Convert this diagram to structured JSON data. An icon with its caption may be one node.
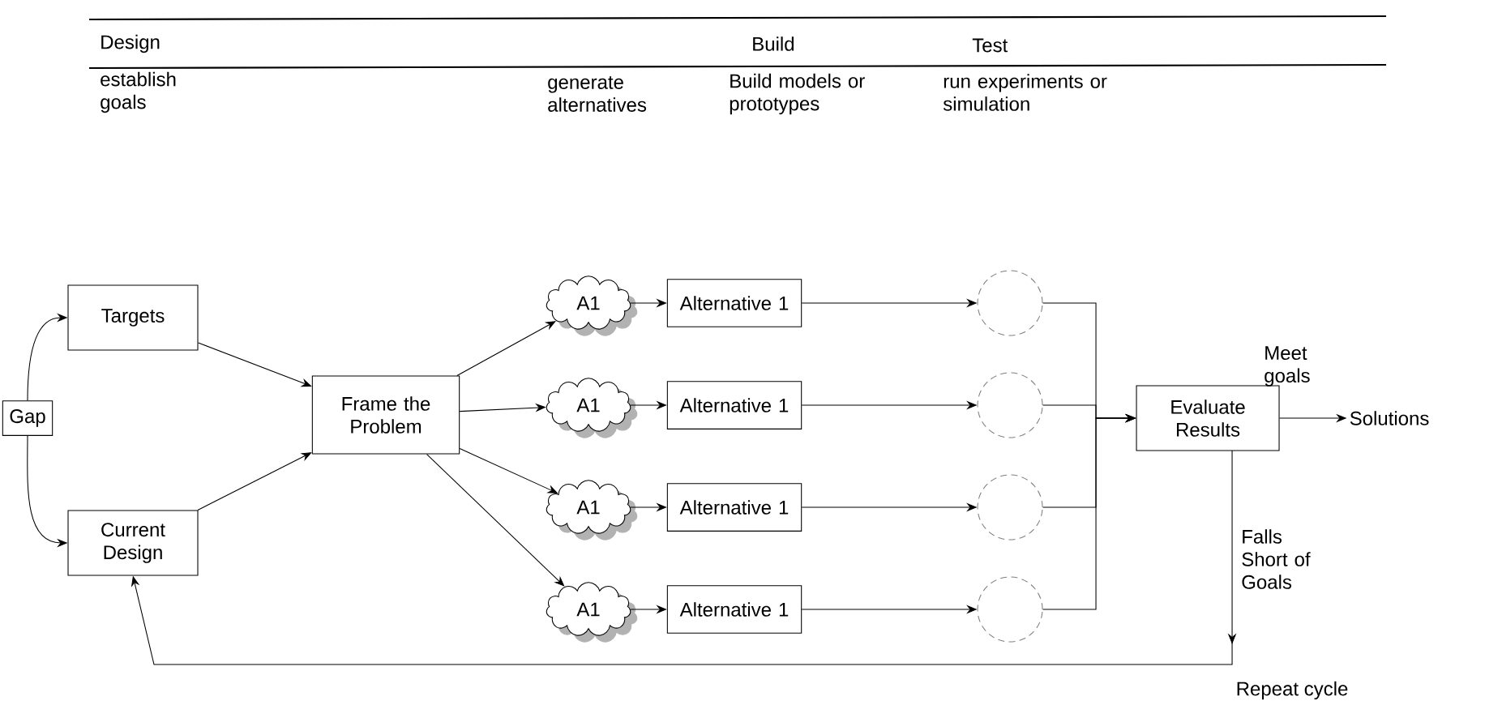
{
  "diagram": {
    "nodes": [
      {
        "text": [
          "Gap"
        ]
      },
      {
        "text": [
          "Targets"
        ]
      },
      {
        "text": [
          "Current Design"
        ]
      },
      {
        "text": [
          "Frame the Problem"
        ]
      },
      {
        "text": [
          "A1"
        ]
      },
      {
        "text": [
          "A1"
        ]
      },
      {
        "text": [
          "A1"
        ]
      },
      {
        "text": [
          "A1"
        ]
      },
      {
        "text": [
          "Alternative 1"
        ]
      },
      {
        "text": [
          "Alternative 1"
        ]
      },
      {
        "text": [
          "Alternative 1"
        ]
      },
      {
        "text": [
          "Alternative 1"
        ]
      },
      {
        "text": [],
        "shape": "circle"
      },
      {
        "text": [],
        "shape": "circle"
      },
      {
        "text": [],
        "shape": "circle"
      },
      {
        "text": [],
        "shape": "circle"
      },
      {
        "text": [
          "Evaluate Results"
        ]
      },
      {
        "text": [
          "Solutions"
        ]
      }
    ],
    "edges": [
      {
        "from": 0,
        "to": 1,
        "arrow": "to"
      },
      {
        "from": 0,
        "to": 2,
        "arrow": "to"
      },
      {
        "from": 1,
        "to": 3,
        "arrow": "to"
      },
      {
        "from": 2,
        "to": 3,
        "arrow": "to"
      },
      {
        "from": 3,
        "to": 4,
        "arrow": "to"
      },
      {
        "from": 3,
        "to": 5,
        "arrow": "to"
      },
      {
        "from": 3,
        "to": 6,
        "arrow": "to"
      },
      {
        "from": 3,
        "to": 7,
        "arrow": "to"
      },
      {
        "from": 4,
        "to": 8,
        "arrow": "to"
      },
      {
        "from": 5,
        "to": 9,
        "arrow": "to"
      },
      {
        "from": 6,
        "to": 10,
        "arrow": "to"
      },
      {
        "from": 7,
        "to": 11,
        "arrow": "to"
      },
      {
        "from": 8,
        "to": 12,
        "arrow": "to"
      },
      {
        "from": 9,
        "to": 13,
        "arrow": "to"
      },
      {
        "from": 10,
        "to": 14,
        "arrow": "to"
      },
      {
        "from": 11,
        "to": 15,
        "arrow": "to"
      },
      {
        "from": 12,
        "to": 16,
        "arrow": "to"
      },
      {
        "from": 13,
        "to": 16,
        "arrow": "to"
      },
      {
        "from": 14,
        "to": 16,
        "arrow": "to"
      },
      {
        "from": 15,
        "to": 16,
        "arrow": "to"
      },
      {
        "from": 16,
        "to": 17,
        "label": "Meet goals",
        "arrow": "to"
      },
      {
        "from": 16,
        "to": 2,
        "label": "Falls Short of Goals",
        "arrow": "to"
      }
    ],
    "labels": [
      "Design",
      "Build",
      "Test",
      "establish goals",
      "generate alternatives",
      "Build models or prototypes",
      "run experiments or simulation",
      "Repeat cycle"
    ]
  }
}
